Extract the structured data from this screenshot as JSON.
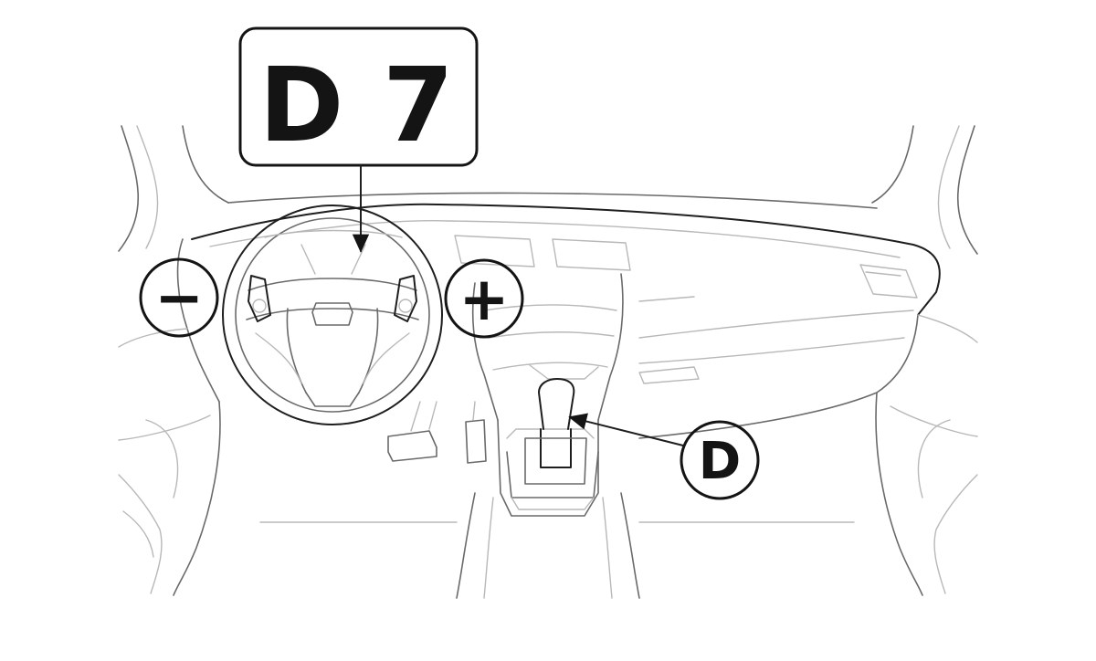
{
  "display": {
    "gear_letter": "D",
    "gear_number": "7"
  },
  "callouts": {
    "minus": "−",
    "plus": "+",
    "shift_position": "D"
  },
  "colors": {
    "ink": "#141414",
    "line_light": "#b8b8b8",
    "line_mid": "#6a6a6a",
    "background": "#ffffff"
  }
}
